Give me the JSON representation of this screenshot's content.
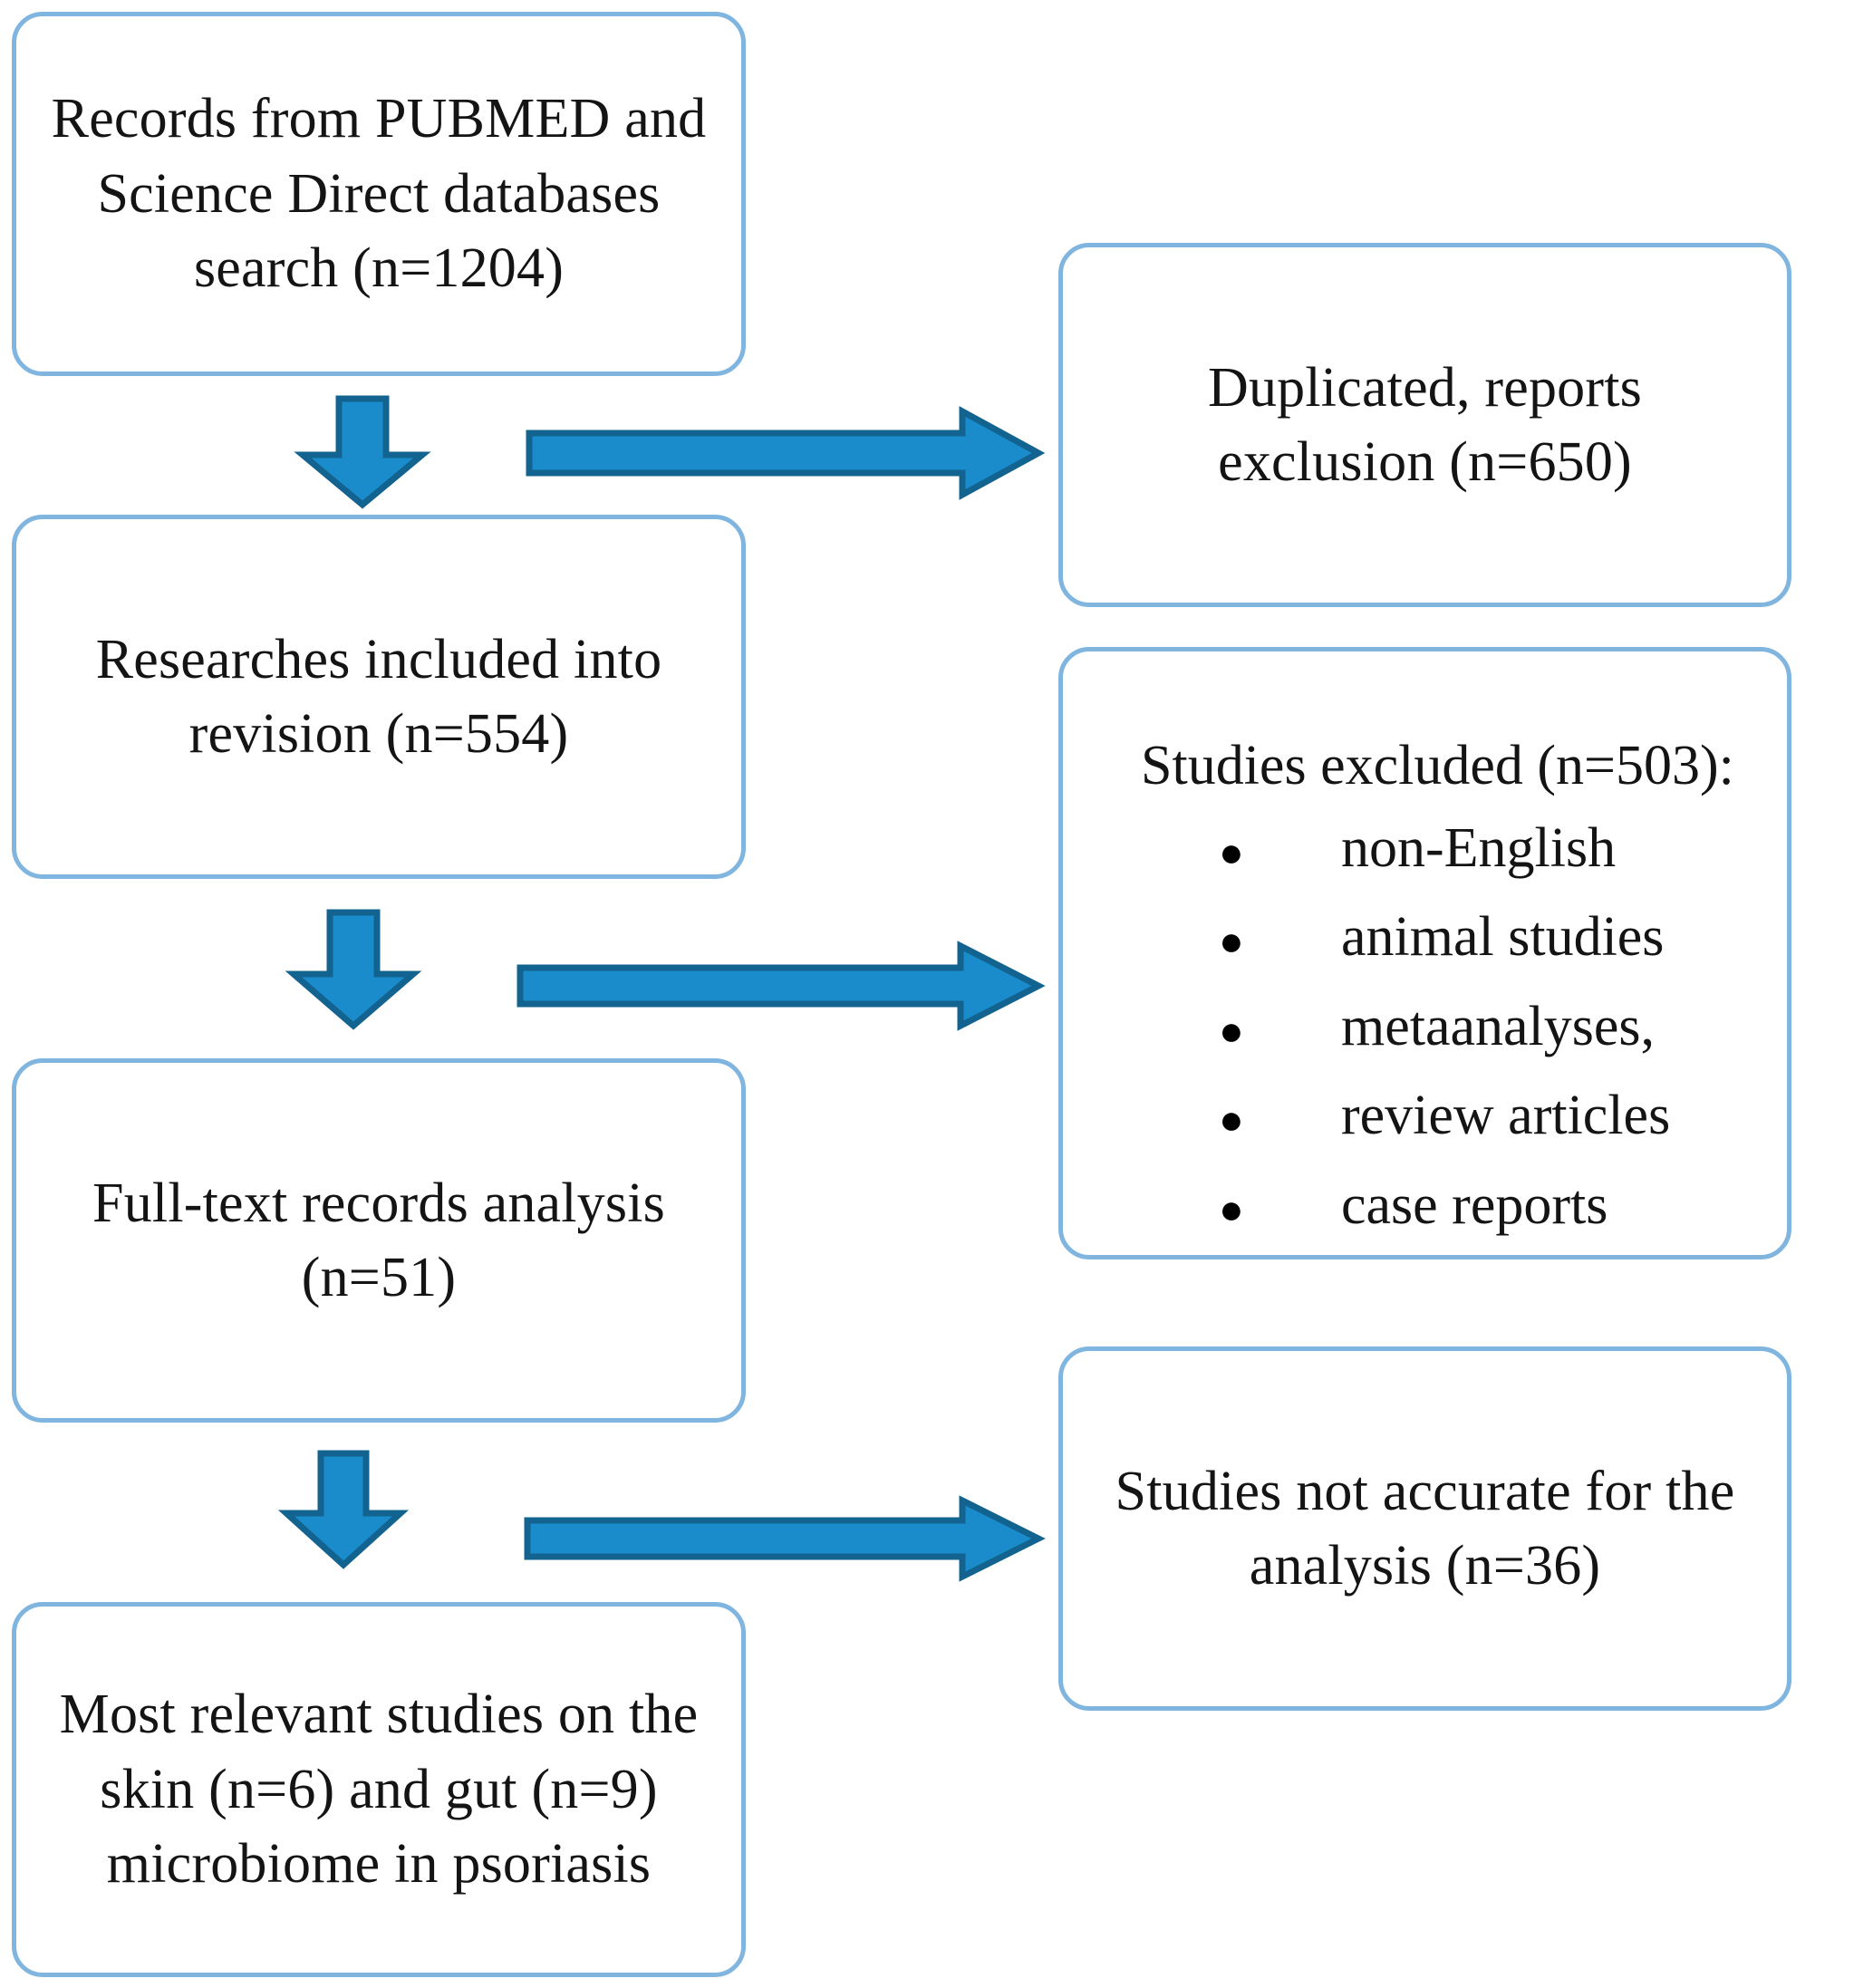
{
  "diagram": {
    "type": "prisma-flowchart",
    "palette": {
      "box_border": "#7FB5DF",
      "box_fill": "#FFFFFF",
      "arrow_fill": "#1A8BCB",
      "arrow_outline": "#12638F",
      "text": "#141414",
      "background": "#FFFFFF"
    },
    "boxes": [
      {
        "id": "records-identified",
        "text": "Records from PUBMED and Science Direct databases search (n=1204)",
        "count_label": "(n=1204)",
        "count": 1204
      },
      {
        "id": "duplicates-excluded",
        "text": "Duplicated, reports exclusion (n=650)",
        "count_label": "(n=650)",
        "count": 650
      },
      {
        "id": "researches-included",
        "text": "Researches included into revision (n=554)",
        "count_label": "(n=554)",
        "count": 554
      },
      {
        "id": "studies-excluded",
        "title": "Studies excluded (n=503):",
        "count_label": "(n=503)",
        "count": 503,
        "bullet_glyph": "●",
        "items": [
          "non-English",
          "animal studies",
          "metaanalyses,",
          "review articles",
          "case reports"
        ]
      },
      {
        "id": "full-text-analysis",
        "text": "Full-text records analysis (n=51)",
        "count_label": "(n=51)",
        "count": 51
      },
      {
        "id": "studies-not-accurate",
        "text": "Studies not accurate for the analysis (n=36)",
        "count_label": "(n=36)",
        "count": 36
      },
      {
        "id": "most-relevant-studies",
        "text": "Most relevant studies on the skin (n=6) and gut (n=9) microbiome in psoriasis",
        "skin_count_label": "(n=6)",
        "skin_count": 6,
        "gut_count_label": "(n=9)",
        "gut_count": 9
      }
    ],
    "arrows": [
      {
        "id": "down-arrow-1",
        "direction": "down"
      },
      {
        "id": "right-arrow-1",
        "direction": "right"
      },
      {
        "id": "down-arrow-2",
        "direction": "down"
      },
      {
        "id": "right-arrow-2",
        "direction": "right"
      },
      {
        "id": "down-arrow-3",
        "direction": "down"
      },
      {
        "id": "right-arrow-3",
        "direction": "right"
      }
    ]
  }
}
